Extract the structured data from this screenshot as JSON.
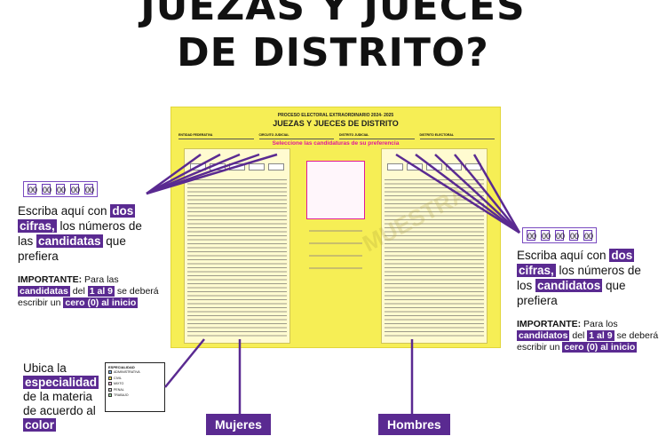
{
  "header": {
    "title_line1": "JUEZAS Y JUECES",
    "title_line2": "DE DISTRITO?"
  },
  "ballot": {
    "process": "PROCESO ELECTORAL EXTRAORDINARIO 2024- 2025",
    "title": "JUEZAS Y JUECES DE DISTRITO",
    "fields": [
      "ENTIDAD FEDERATIVA",
      "CIRCUITO JUDICIAL",
      "DISTRITO JUDICIAL",
      "DISTRITO ELECTORAL"
    ],
    "select_title": "Seleccione las candidaturas de su preferencia",
    "watermark": "MUESTRA"
  },
  "specialty_box": {
    "heading": "ESPECIALIDAD",
    "items": [
      "ADMINISTRATIVA",
      "CIVIL",
      "MIXTO",
      "PENAL",
      "TRABAJO"
    ]
  },
  "left_note": {
    "boxes": [
      "00",
      "00",
      "00",
      "00",
      "00"
    ],
    "line1_pre": "Escriba aquí con ",
    "line1_hl": "dos",
    "line2_hl": "cifras,",
    "line2_post": " los números de",
    "line3_pre": "las ",
    "line3_hl": "candidatas",
    "line3_post": " que",
    "line4": "prefiera",
    "imp_label": "IMPORTANTE:",
    "imp_post": " Para las",
    "imp_hl1": "candidatas",
    "imp_mid1": " del ",
    "imp_hl2": "1 al 9",
    "imp_mid2": " se deberá",
    "imp_line3_pre": "escribir un ",
    "imp_hl3": "cero (0) al inicio"
  },
  "right_note": {
    "boxes": [
      "00",
      "00",
      "00",
      "00",
      "00"
    ],
    "line1_pre": "Escriba aquí con ",
    "line1_hl": "dos",
    "line2_hl": "cifras,",
    "line2_post": " los números de",
    "line3_pre": "los ",
    "line3_hl": "candidatos",
    "line3_post": " que",
    "line4": "prefiera",
    "imp_label": "IMPORTANTE:",
    "imp_post": " Para los",
    "imp_hl1": "candidatos",
    "imp_mid1": " del ",
    "imp_hl2": "1 al 9",
    "imp_mid2": " se deberá",
    "imp_line3_pre": "escribir un ",
    "imp_hl3": "cero (0) al inicio"
  },
  "specialty_note": {
    "line1": "Ubica la",
    "line2_hl": "especialidad",
    "line3": "de la materia",
    "line4": "de acuerdo al",
    "line5_hl": "color"
  },
  "tags": {
    "women": "Mujeres",
    "men": "Hombres"
  },
  "colors": {
    "ballot_yellow": "#f6ee55",
    "accent_purple": "#5a2a91",
    "pink": "#e0189a"
  }
}
